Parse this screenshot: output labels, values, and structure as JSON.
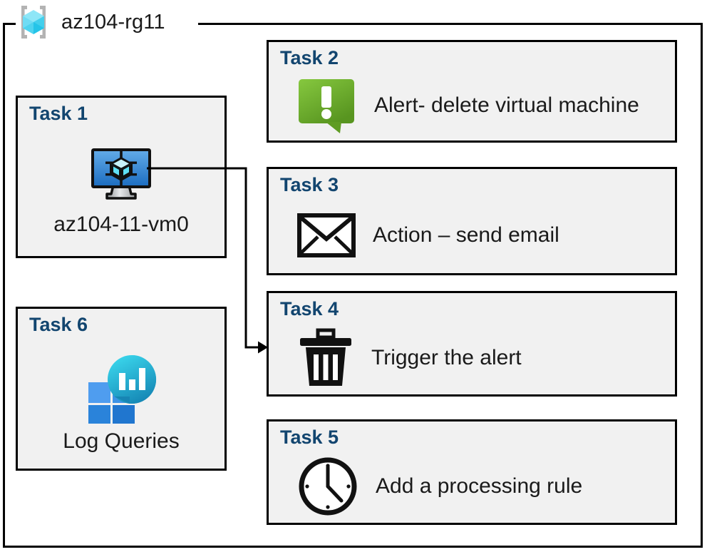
{
  "diagram": {
    "resource_group": {
      "name": "az104-rg11",
      "icon": "resource-group-cube-icon"
    },
    "frame_color": "#000000",
    "label_color": "#12456f",
    "text_color": "#1a1a1a",
    "box_fill": "#f1f1f1"
  },
  "tasks": [
    {
      "id": "task1",
      "label": "Task 1",
      "text": "az104-11-vm0",
      "icon": "virtual-machine-icon",
      "column": "left"
    },
    {
      "id": "task2",
      "label": "Task 2",
      "text": "Alert- delete virtual machine",
      "icon": "alert-speech-bubble-icon",
      "column": "right"
    },
    {
      "id": "task3",
      "label": "Task 3",
      "text": "Action – send email",
      "icon": "envelope-icon",
      "column": "right"
    },
    {
      "id": "task4",
      "label": "Task 4",
      "text": "Trigger the alert",
      "icon": "trash-can-icon",
      "column": "right"
    },
    {
      "id": "task5",
      "label": "Task 5",
      "text": "Add a processing rule",
      "icon": "clock-icon",
      "column": "right"
    },
    {
      "id": "task6",
      "label": "Task 6",
      "text": "Log Queries",
      "icon": "log-analytics-icon",
      "column": "left"
    }
  ],
  "connector": {
    "from": "task1-virtual-machine-icon",
    "to": "task4",
    "style": "elbow-arrow"
  },
  "colors": {
    "cube_light": "#8ee6f7",
    "cube_mid": "#4fd3ef",
    "cube_dark": "#25c4e8",
    "bracket_gray": "#b3b3b3",
    "vm_screen_top": "#5fa8e8",
    "vm_screen_bottom": "#1a6fc4",
    "alert_green_light": "#82c341",
    "alert_green_dark": "#5c9a22",
    "log_square_light": "#4a9bef",
    "log_square_dark": "#2680d8",
    "log_bubble_top": "#32cfe8",
    "log_bubble_bottom": "#1886b4"
  }
}
